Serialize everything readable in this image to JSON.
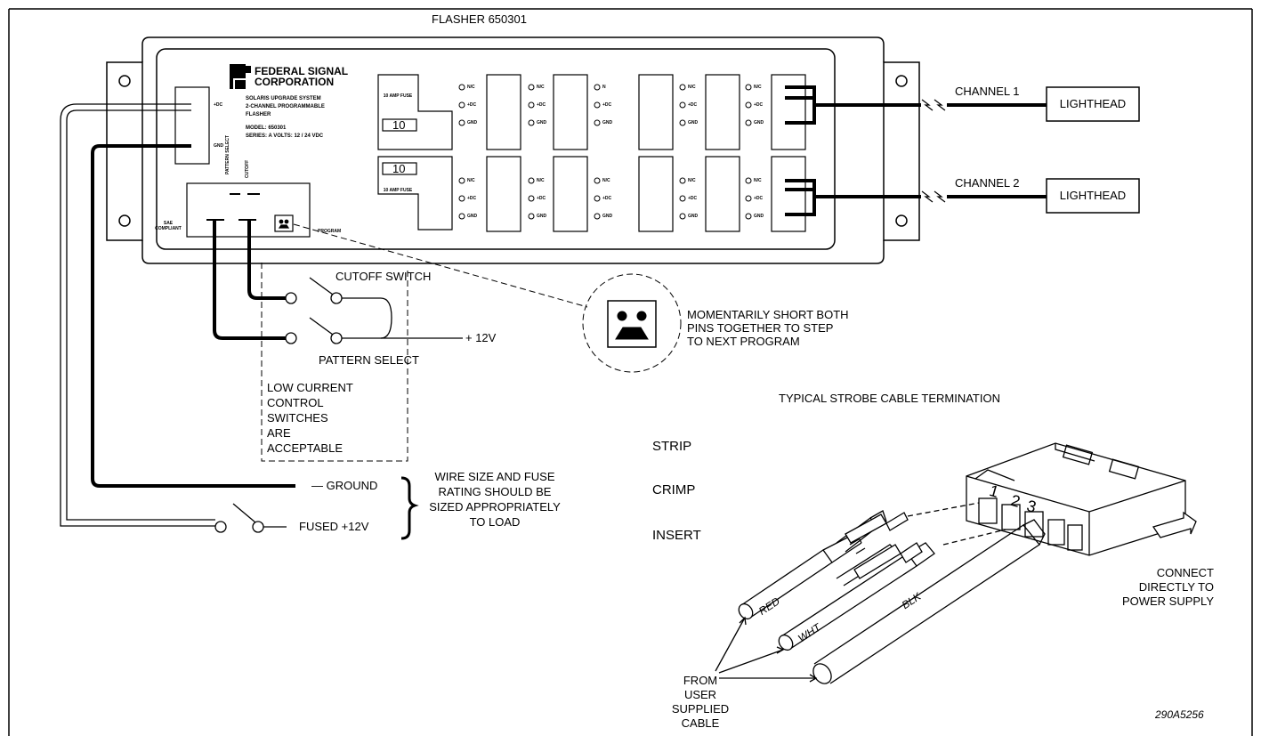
{
  "title": "FLASHER 650301",
  "brand": {
    "line1": "FEDERAL SIGNAL",
    "line2": "CORPORATION"
  },
  "product": {
    "line1": "SOLARIS UPGRADE SYSTEM",
    "line2": "2-CHANNEL PROGRAMMABLE",
    "line3": "FLASHER",
    "model": "MODEL: 650301",
    "series": "SERIES: A    VOLTS: 12 / 24 VDC"
  },
  "board": {
    "power_pos": "+DC",
    "power_gnd": "GND",
    "sw_pattern": "PATTERN SELECT",
    "sw_cutoff": "CUTOFF",
    "sae": "SAE COMPLIANT",
    "program": "PROGRAM",
    "fuse_value": "10",
    "fuse_label": "10 AMP FUSE",
    "pin_nc": "N/C",
    "pin_n": "N",
    "pin_dc": "+DC",
    "pin_gnd": "GND"
  },
  "channels": [
    {
      "label": "CHANNEL 1",
      "lighthead": "LIGHTHEAD"
    },
    {
      "label": "CHANNEL 2",
      "lighthead": "LIGHTHEAD"
    }
  ],
  "switches": {
    "cutoff": "CUTOFF SWITCH",
    "pattern": "PATTERN SELECT",
    "supply": "+ 12V",
    "note": "LOW CURRENT\nCONTROL\nSWITCHES\nARE\nACCEPTABLE"
  },
  "program_note": "MOMENTARILY SHORT BOTH\nPINS TOGETHER TO STEP\nTO NEXT PROGRAM",
  "power": {
    "ground": "— GROUND",
    "fused": "FUSED  +12V",
    "note": "WIRE SIZE AND FUSE\nRATING SHOULD BE\nSIZED APPROPRIATELY\nTO LOAD"
  },
  "termination": {
    "title": "TYPICAL STROBE CABLE TERMINATION",
    "strip": "STRIP",
    "crimp": "CRIMP",
    "insert": "INSERT",
    "wires": [
      "RED",
      "WHT",
      "BLK"
    ],
    "pins": [
      "1",
      "2",
      "3"
    ],
    "connect": "CONNECT\nDIRECTLY TO\nPOWER SUPPLY",
    "from": "FROM\nUSER\nSUPPLIED\nCABLE"
  },
  "drawing_number": "290A5256"
}
